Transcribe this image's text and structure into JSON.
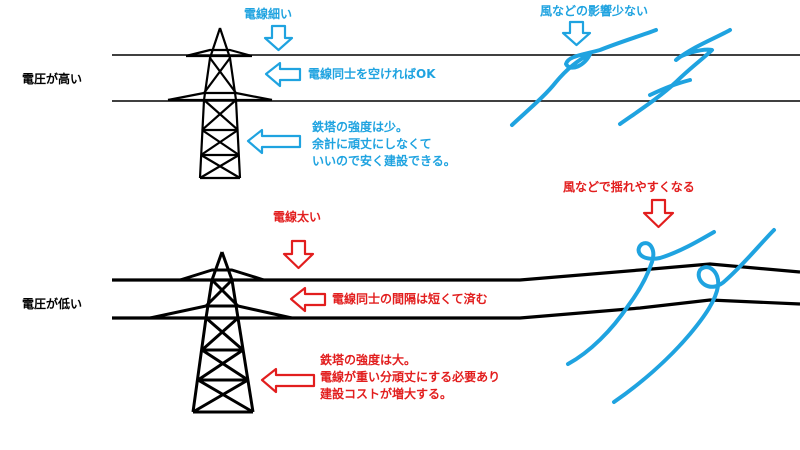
{
  "colors": {
    "blue": "#1fa3e0",
    "red": "#e21e1e",
    "line": "#000000"
  },
  "high_voltage": {
    "label": "電圧が高い",
    "note_wire": "電線細い",
    "note_spacing": "電線同士を空ければOK",
    "note_tower": [
      "鉄塔の強度は少。",
      "余計に頑丈にしなくて",
      "いいので安く建設できる。"
    ],
    "note_wind": "風などの影響少ない"
  },
  "low_voltage": {
    "label": "電圧が低い",
    "note_wind": "風などで揺れやすくなる",
    "note_wire": "電線太い",
    "note_spacing": "電線同士の間隔は短くて済む",
    "note_tower": [
      "鉄塔の強度は大。",
      "電線が重い分頑丈にする必要あり",
      "建設コストが増大する。"
    ]
  }
}
